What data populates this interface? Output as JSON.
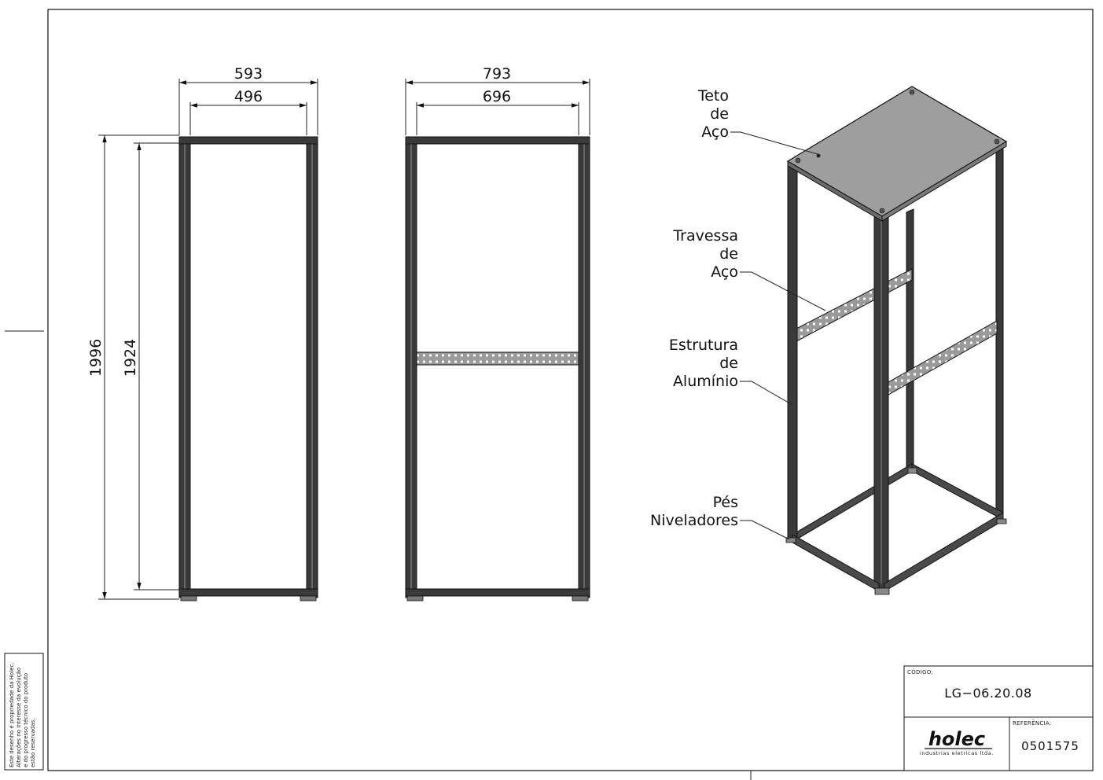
{
  "views": {
    "side": {
      "outer_width": "593",
      "inner_width": "496",
      "outer_height": "1996",
      "inner_height": "1924"
    },
    "front": {
      "outer_width": "793",
      "inner_width": "696"
    }
  },
  "callouts": [
    {
      "lines": [
        "Teto",
        "de",
        "Aço"
      ]
    },
    {
      "lines": [
        "Travessa",
        "de",
        "Aço"
      ]
    },
    {
      "lines": [
        "Estrutura",
        "de",
        "Alumínio"
      ]
    },
    {
      "lines": [
        "Pés",
        "Niveladores"
      ]
    }
  ],
  "title_block": {
    "codigo_label": "CÓDIGO:",
    "codigo": "LG−06.20.08",
    "referencia_label": "REFERÊNCIA:",
    "referencia": "0501575",
    "logo": "holec",
    "logo_subtitle": "industrias eletricas ltda."
  },
  "notice": {
    "lines": [
      "Este desenho é propriedade da Holec.",
      "Alterações no interesse da evolução",
      "e do progresso técnico do produto",
      "estão reservadas."
    ]
  }
}
